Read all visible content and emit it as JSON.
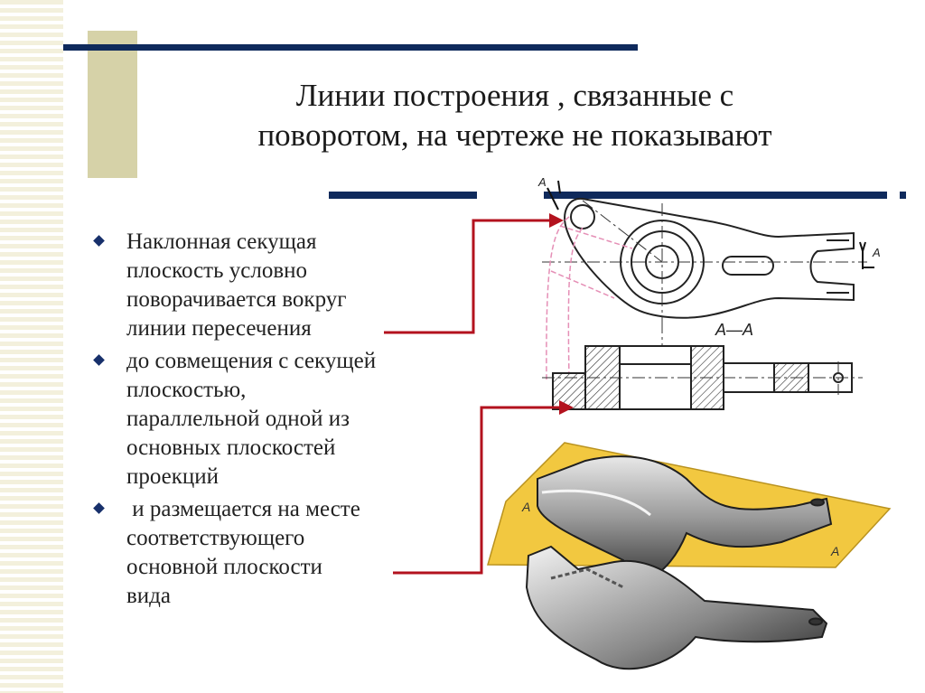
{
  "title_lines": [
    "Линии построения , связанные с",
    "поворотом, на чертеже не показывают"
  ],
  "bullets": [
    {
      "lines": [
        "Наклонная секущая",
        "плоскость условно",
        "поворачивается вокруг",
        "линии пересечения"
      ]
    },
    {
      "lines": [
        "до совмещения с секущей",
        "плоскостью,",
        "параллельной одной из",
        "основных плоскостей",
        "проекций"
      ]
    },
    {
      "lines": [
        " и размещается на месте",
        "соответствующего",
        "основной плоскости",
        "вида"
      ]
    }
  ],
  "drawing_labels": {
    "section_mark_top": "А",
    "section_mark_right": "А",
    "section_title": "А—А",
    "plane_label_left": "А",
    "plane_label_right": "А"
  },
  "colors": {
    "accent_blue": "#0f2a5c",
    "arrow_red": "#b3121e",
    "plane_yellow": "#f2c840",
    "construction_pink": "#e58fb6"
  }
}
